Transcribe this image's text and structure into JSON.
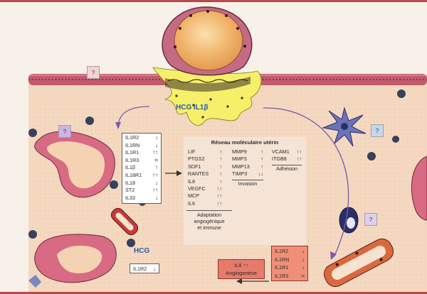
{
  "hcg_il1b_label": "HCG IL1β",
  "hcg_label": "HCG",
  "question_mark": "?",
  "left_box": [
    {
      "gene": "IL1R2",
      "arrow": "↓"
    },
    {
      "gene": "IL1RN",
      "arrow": "↓"
    },
    {
      "gene": "IL1R1",
      "arrow": "↑↑"
    },
    {
      "gene": "IL1R3",
      "arrow": "="
    },
    {
      "gene": "IL1β",
      "arrow": "↑"
    },
    {
      "gene": "IL18R1",
      "arrow": "↑↑"
    },
    {
      "gene": "IL18",
      "arrow": "↓"
    },
    {
      "gene": "ST2",
      "arrow": "↑↑"
    },
    {
      "gene": "IL33",
      "arrow": "↓"
    }
  ],
  "network": {
    "title": "Réseau moléculaire utérin",
    "angio": [
      {
        "gene": "LIF",
        "arrow": "↑"
      },
      {
        "gene": "PTGS2",
        "arrow": "↑"
      },
      {
        "gene": "SDF1",
        "arrow": "↑"
      },
      {
        "gene": "RANTES",
        "arrow": "↑"
      },
      {
        "gene": "IL8",
        "arrow": "↑"
      },
      {
        "gene": "VEGFC",
        "arrow": "↑↑"
      },
      {
        "gene": "MCP",
        "arrow": "↑↑"
      },
      {
        "gene": "IL6",
        "arrow": "↑↑"
      }
    ],
    "angio_caption": [
      "Adaptation",
      "angiogénique",
      "et immune"
    ],
    "invasion": [
      {
        "gene": "MMP9",
        "arrow": "↑"
      },
      {
        "gene": "MMP3",
        "arrow": "↑"
      },
      {
        "gene": "MMP13",
        "arrow": "↑"
      },
      {
        "gene": "TIMP3",
        "arrow": "↓↓"
      }
    ],
    "invasion_caption": "Invasion",
    "adhesion": [
      {
        "gene": "VCAM1",
        "arrow": "↑↑"
      },
      {
        "gene": "ITGB8",
        "arrow": "↑↑"
      }
    ],
    "adhesion_caption": "Adhésion"
  },
  "bottom_left_box": {
    "gene": "IL1R2",
    "arrow": "↓"
  },
  "bottom_right_box": [
    {
      "gene": "IL1R2",
      "arrow": "↓"
    },
    {
      "gene": "IL1RN",
      "arrow": "↓"
    },
    {
      "gene": "IL1R1",
      "arrow": "↓"
    },
    {
      "gene": "IL1R3",
      "arrow": "="
    }
  ],
  "il8_box": {
    "line1": "IL8 ↑↑",
    "line2": "Angiogenèse"
  },
  "colors": {
    "frame": "#b74a4a",
    "tissue": "#f3d9c2",
    "question_purple": "#c9b6e4",
    "question_blue": "#c5d7ec",
    "question_pink": "#f3d3d3",
    "question_lilac": "#dcd0ec"
  }
}
